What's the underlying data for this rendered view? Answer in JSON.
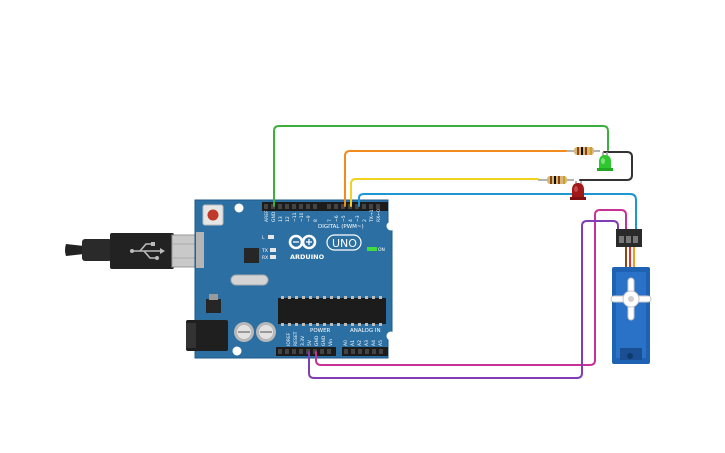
{
  "board": {
    "brand": "ARDUINO",
    "model": "UNO",
    "digital_header": "DIGITAL (PWM~)",
    "power_header": "POWER",
    "analog_header": "ANALOG IN",
    "on_label": "ON",
    "l_label": "L",
    "tx_label": "TX",
    "rx_label": "RX",
    "digital_pins": [
      "AREF",
      "GND",
      "13",
      "12",
      "~11",
      "~10",
      "~9",
      "8",
      "7",
      "~6",
      "~5",
      "4",
      "~3",
      "2",
      "TX→1",
      "RX←0"
    ],
    "power_pins": [
      "IOREF",
      "RESET",
      "3.3V",
      "5V",
      "GND",
      "GND",
      "Vin"
    ],
    "analog_pins": [
      "A0",
      "A1",
      "A2",
      "A3",
      "A4",
      "A5"
    ]
  },
  "components": {
    "usb_connector": "usb-b-cable",
    "led_green_color": "#28c828",
    "led_red_color": "#a01818",
    "servo_color": "#1e62b4"
  },
  "wires": {
    "green": "#3cae3c",
    "orange": "#f28a1e",
    "yellow": "#f2d21e",
    "blue": "#1e96d2",
    "black": "#333333",
    "magenta": "#c83296",
    "purple": "#823cb4"
  }
}
